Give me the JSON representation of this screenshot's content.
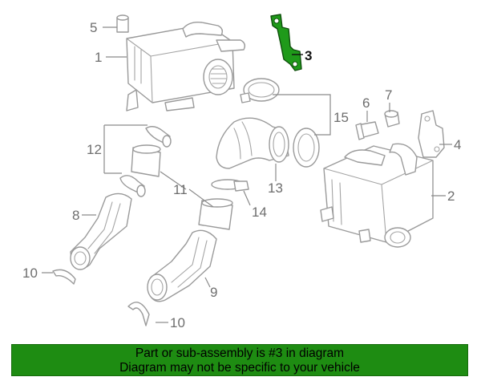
{
  "callouts": [
    "1",
    "2",
    "3",
    "4",
    "5",
    "6",
    "7",
    "8",
    "9",
    "10",
    "11",
    "12",
    "13",
    "14",
    "15",
    "10"
  ],
  "highlight": {
    "part_number": "3",
    "color": "#1f9a1a"
  },
  "banner": {
    "line1": "Part or sub-assembly is #3 in diagram",
    "line2": "Diagram may not be specific to your vehicle",
    "background": "#1e8c12"
  }
}
